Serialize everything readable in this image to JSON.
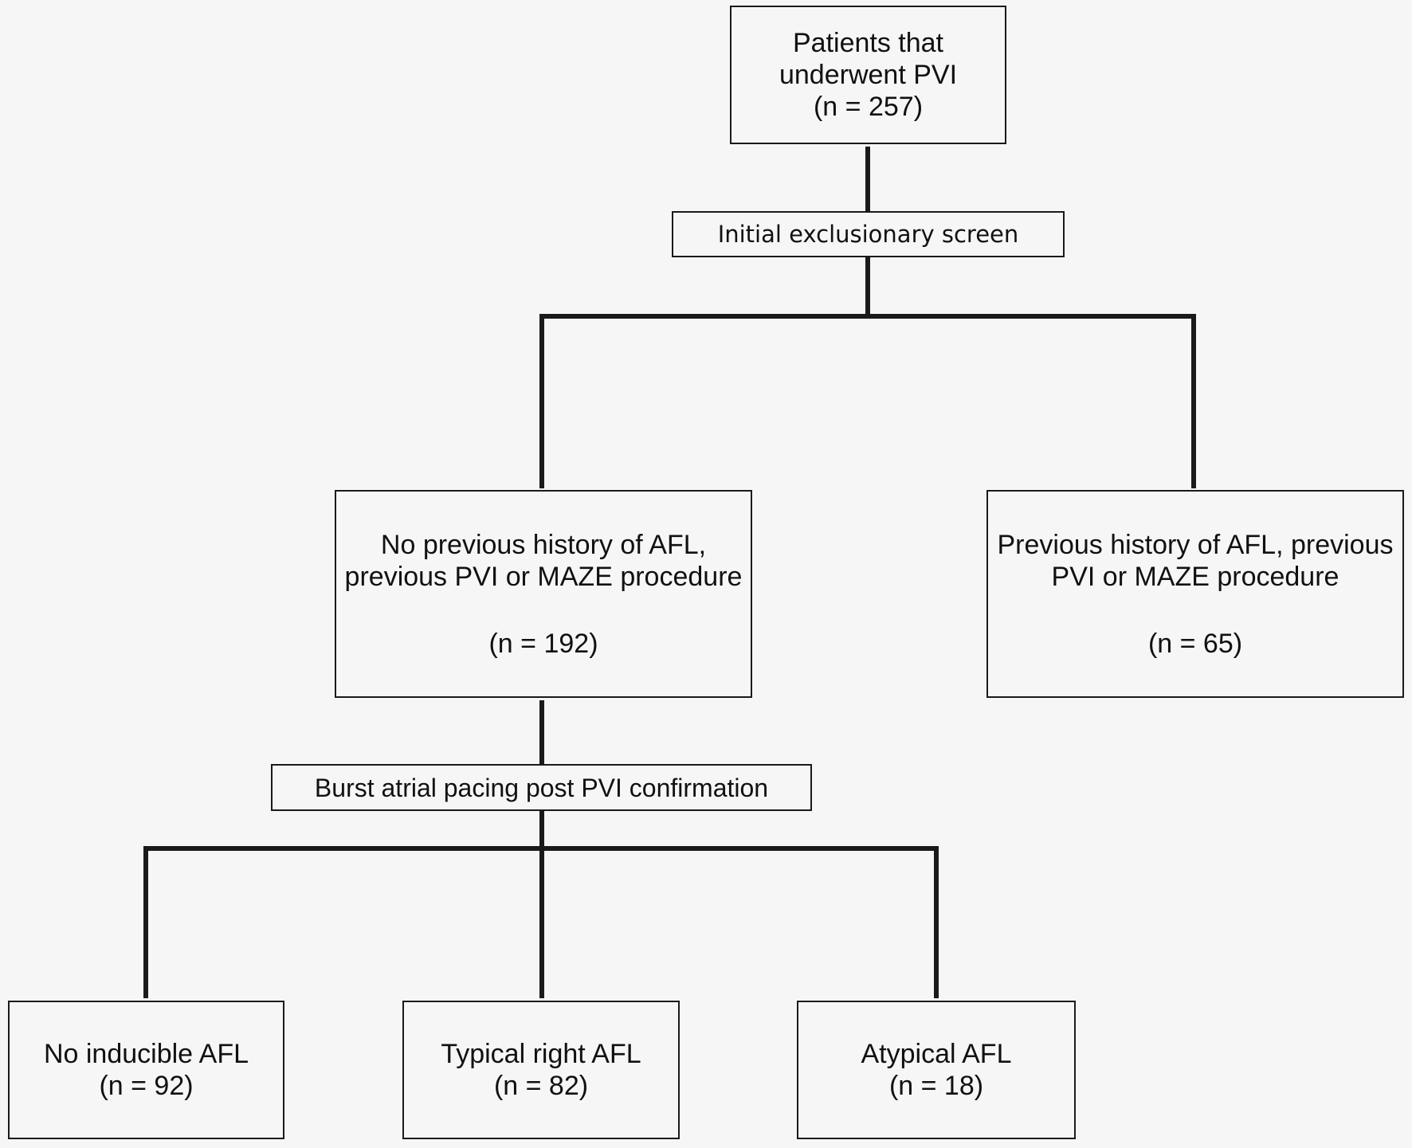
{
  "flowchart": {
    "root": {
      "line1": "Patients that",
      "line2": "underwent PVI",
      "count": "(n = 257)"
    },
    "screen1": {
      "label": "Initial exclusionary screen"
    },
    "left": {
      "line1": "No previous history of AFL,",
      "line2": "previous PVI or MAZE procedure",
      "count": "(n = 192)"
    },
    "right": {
      "line1": "Previous history of AFL, previous",
      "line2": "PVI or MAZE procedure",
      "count": "(n = 65)"
    },
    "screen2": {
      "label": "Burst atrial pacing post PVI confirmation"
    },
    "outcomes": [
      {
        "label": "No inducible AFL",
        "count": "(n = 92)"
      },
      {
        "label": "Typical right AFL",
        "count": "(n = 82)"
      },
      {
        "label": "Atypical AFL",
        "count": "(n = 18)"
      }
    ],
    "colors": {
      "background": "#f6f6f6",
      "line": "#1a1a1a"
    }
  }
}
